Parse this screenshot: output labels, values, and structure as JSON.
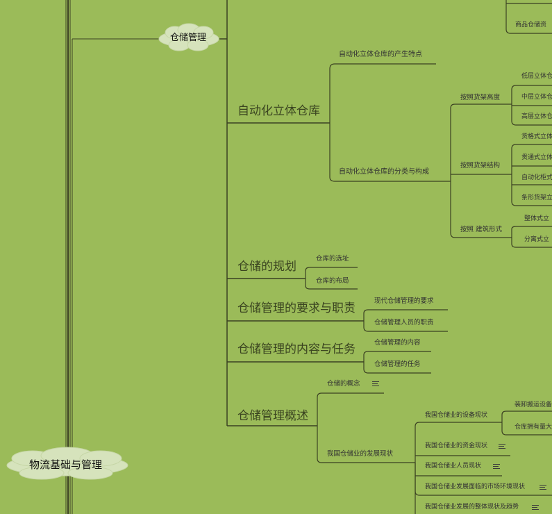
{
  "root": {
    "label": "物流基础与管理"
  },
  "topic": {
    "label": "仓储管理"
  },
  "branches": {
    "auto_warehouse": {
      "label": "自动化立体仓库",
      "origin": "自动化立体仓库的产生特点",
      "classification": {
        "label": "自动化立体仓库的分类与构成",
        "by_height": {
          "label": "按照货架高度",
          "items": [
            "低层立体仓",
            "中层立体仓",
            "高层立体仓"
          ]
        },
        "by_structure": {
          "label": "按照货架结构",
          "items": [
            "货格式立体",
            "贯通式立体",
            "自动化柜式",
            "条形货架立"
          ]
        },
        "by_building": {
          "label": "按照 建筑形式",
          "items": [
            "整体式立",
            "分离式立"
          ]
        }
      }
    },
    "planning": {
      "label": "仓储的规划",
      "items": [
        "仓库的选址",
        "仓库的布局"
      ]
    },
    "requirements": {
      "label": "仓储管理的要求与职责",
      "items": [
        "现代仓储管理的要求",
        "仓储管理人员的职责"
      ]
    },
    "content": {
      "label": "仓储管理的内容与任务",
      "items": [
        "仓储管理的内容",
        "仓储管理的任务"
      ]
    },
    "overview": {
      "label": "仓储管理概述",
      "concept": "仓储的概念",
      "development": {
        "label": "我国仓储业的发展现状",
        "equipment": {
          "label": "我国仓储业的设备现状",
          "items": [
            "装卸搬运设备",
            "仓库拥有量大"
          ]
        },
        "funds": "我国仓储业的资金现状",
        "staff": "我国仓储业人员现状",
        "market": "我国仓储业发展面临的市场环境现状",
        "overall": "我国仓储业发展的整体现状及趋势"
      }
    },
    "top_cut": "商品仓储资"
  },
  "colors": {
    "background": "#9bbb59",
    "line": "#3b4122",
    "cloud": "#d6e3bc"
  }
}
